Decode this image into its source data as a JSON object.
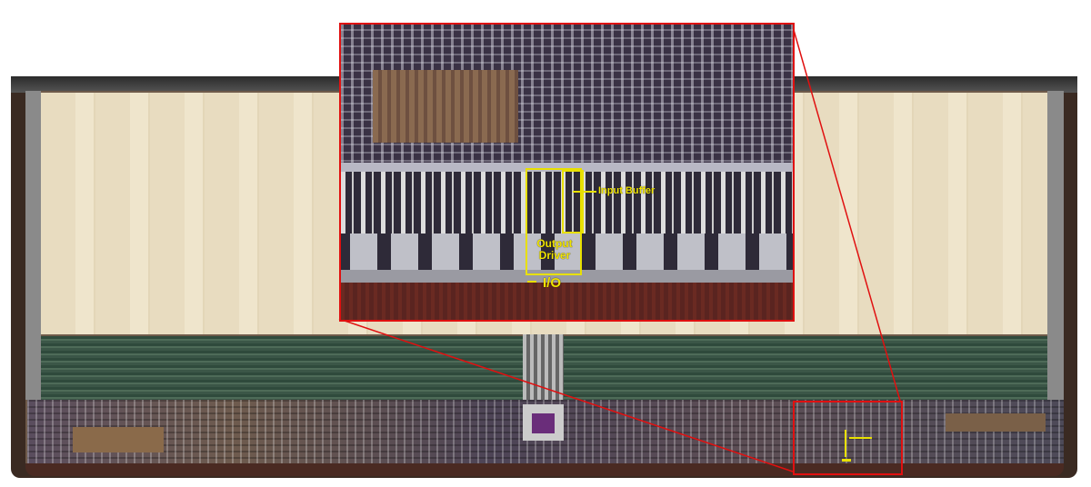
{
  "figure": {
    "annotations": {
      "input_buffer": "Input Buffer",
      "output_driver": "Output Driver",
      "io": "I/O"
    },
    "colors": {
      "highlight_box": "#e01010",
      "annotation": "#e8e000"
    }
  }
}
